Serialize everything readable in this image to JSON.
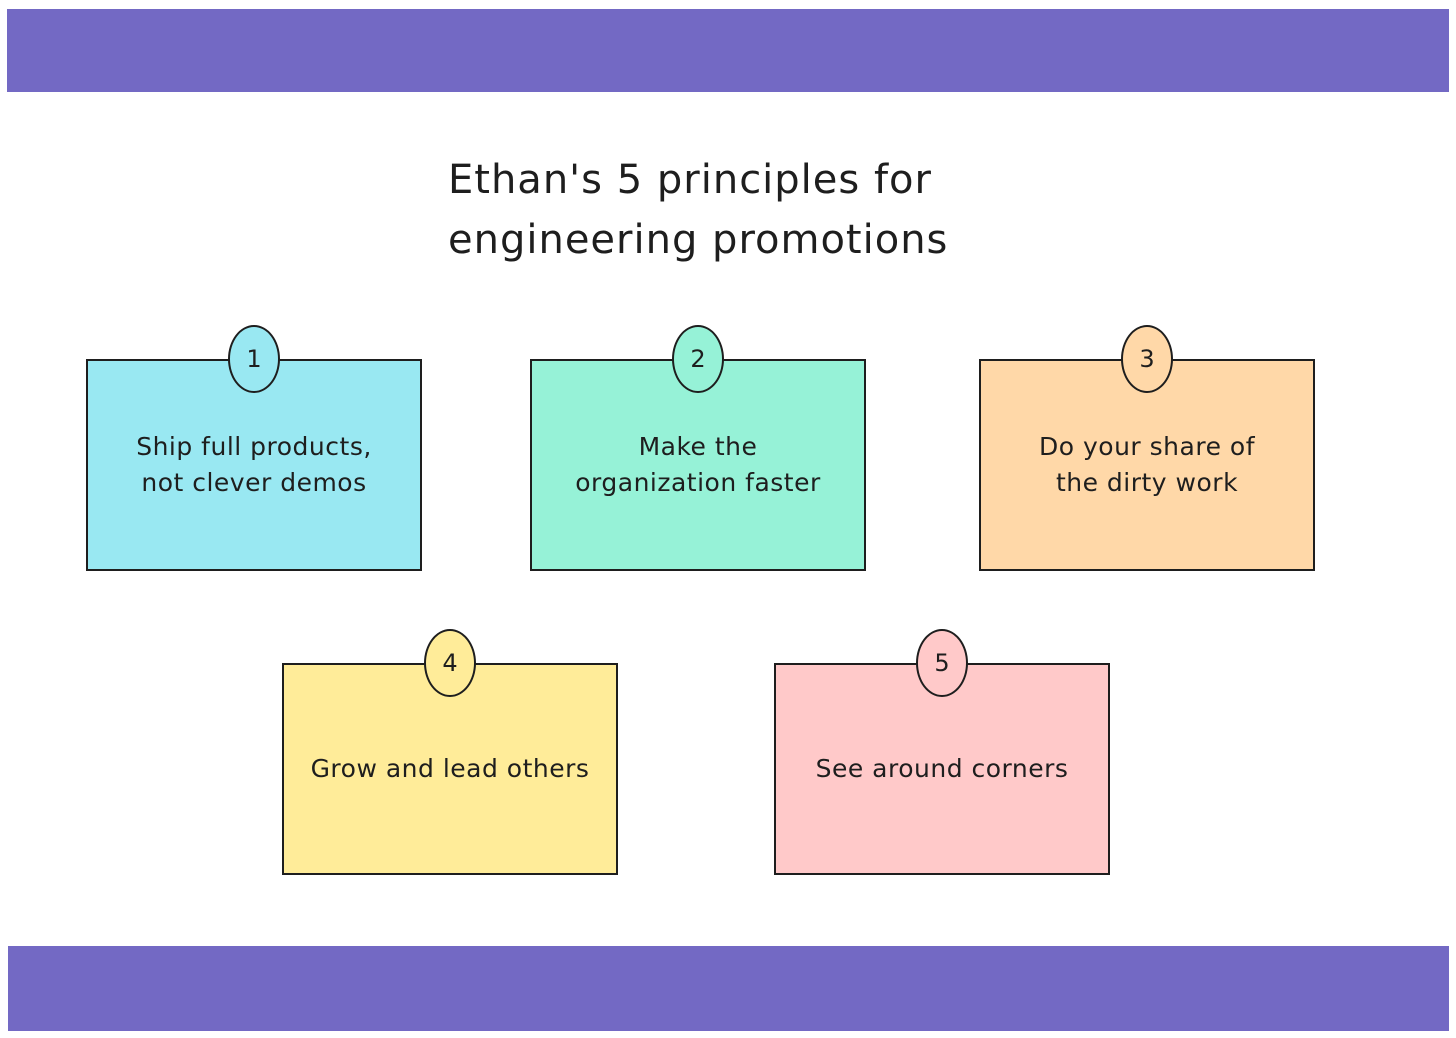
{
  "title": {
    "line1": "Ethan's 5 principles for",
    "line2": "engineering promotions"
  },
  "colors": {
    "band": "#7369c4",
    "card1": "#99e8f2",
    "card2": "#96f2d7",
    "card3": "#ffd8a8",
    "card4": "#ffec99",
    "card5": "#ffc9c9"
  },
  "principles": [
    {
      "number": "1",
      "line1": "Ship full products,",
      "line2": "not clever demos"
    },
    {
      "number": "2",
      "line1": "Make the",
      "line2": "organization faster"
    },
    {
      "number": "3",
      "line1": "Do your share of",
      "line2": "the dirty work"
    },
    {
      "number": "4",
      "line1": "Grow and lead others",
      "line2": ""
    },
    {
      "number": "5",
      "line1": "See around corners",
      "line2": ""
    }
  ]
}
